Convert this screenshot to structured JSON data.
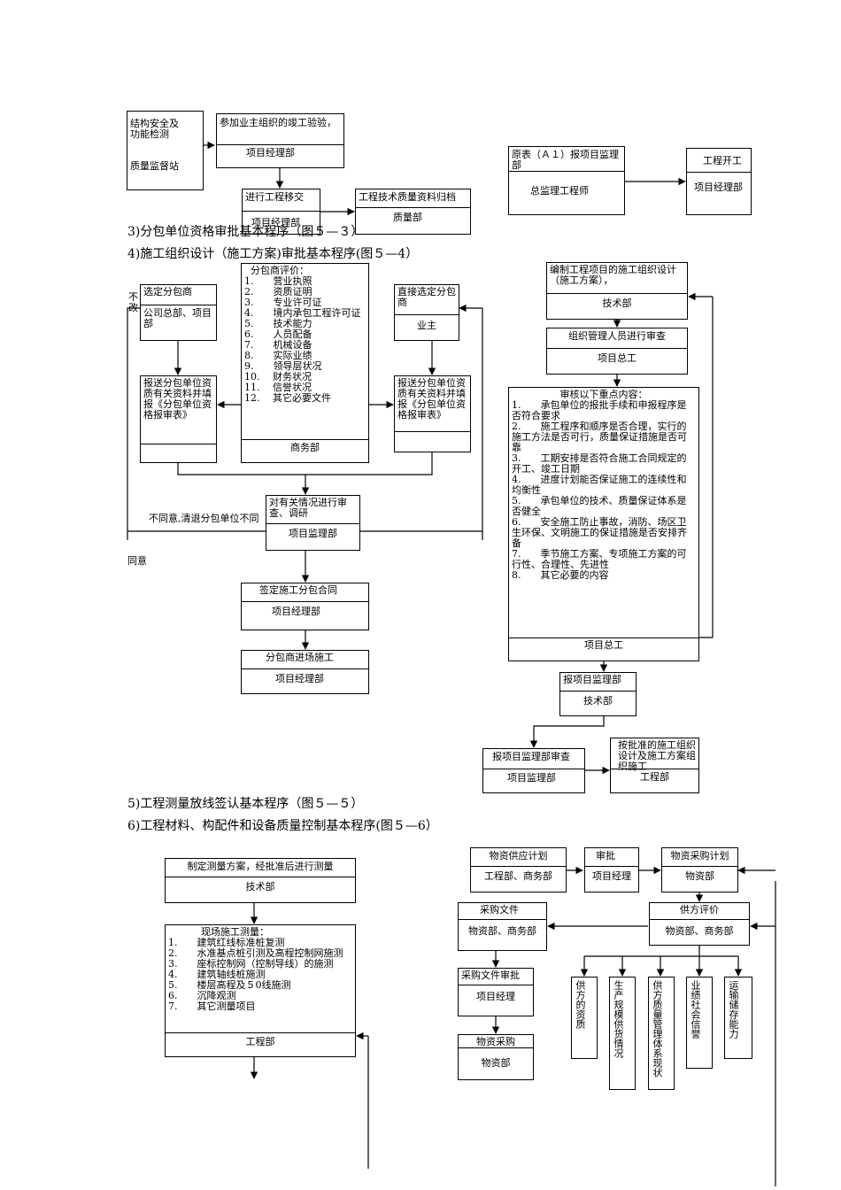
{
  "headings": {
    "h3": "3)分包单位资格审批基本程序（图５—３）",
    "h4": "4)施工组织设计（施工方案)审批基本程序(图５—4）",
    "h5": "5)工程测量放线签认基本程序（图５—５）",
    "h6": "6)工程材料、构配件和设备质量控制基本程序(图５—6）"
  },
  "top": {
    "struct_top": "结构安全及\n功能检测",
    "struct_bottom": "质量监督站",
    "accept_top": "参加业主组织的竣工验验，",
    "accept_bottom": "项目经理部",
    "handover_top": "进行工程移交",
    "handover_bottom": "项目经理部",
    "archive_top": "工程技术质量资料归档",
    "archive_bottom": "质量部",
    "a1_top": "原表（Ａ１）报项目监理部",
    "a1_bottom": "总监理工程师",
    "start_top": "工程开工",
    "start_bottom": "项目经理部"
  },
  "fig3": {
    "select_top": "选定分包商",
    "select_bottom": "公司总部、项目部",
    "eval_title": "分包商评价：",
    "eval_items": "1.　　营业执照\n2.　　资质证明\n3.　　专业许可证\n4.　　境内承包工程许可证\n5.　　技术能力\n6.　　人员配备\n7.　　机械设备\n8.　　实际业绩\n9.　　领导层状况\n10.　 财务状况\n11.　 信誉状况\n12.　 其它必要文件",
    "eval_bottom": "商务部",
    "direct_top": "直接选定分包商",
    "direct_bottom": "业主",
    "submit_left": "报送分包单位资质有关资料并填报《分包单位资格报审表》",
    "submit_right": "报送分包单位资质有关资料并填报《分包单位资格报审表》",
    "review_top": "对有关情况进行审查、调研",
    "review_bottom": "项目监理部",
    "reject_label": "不同意,清退分包单位不同",
    "left_vert": "不\n改",
    "agree_label": "同意",
    "contract_top": "签定施工分包合同",
    "contract_bottom": "项目经理部",
    "enter_top": "分包商进场施工",
    "enter_bottom": "项目经理部"
  },
  "fig4": {
    "compile_top": "编制工程项目的施工组织设计（施工方案），",
    "compile_bottom": "技术部",
    "organize_top": "组织管理人员进行审查",
    "organize_bottom": "项目总工",
    "keypoints_title": "审核以下重点内容：",
    "keypoints": "1.　　承包单位的报批手续和申报程序是否符合要求\n2.　　施工程序和顺序是否合理，实行的施工方法是否可行，质量保证措施是否可靠\n3.　　工期安排是否符合施工合同规定的开工、竣工日期\n4.　　进度计划能否保证施工的连续性和均衡性\n5.　　承包单位的技术、质量保证体系是否健全\n6.　　安全施工防止事故，消防、场区卫生环保、文明施工的保证措施是否安排齐备\n7.　　季节施工方案、专项施工方案的可行性、合理性、先进性\n8.　　其它必要的内容",
    "keypoints_bottom": "项目总工",
    "report_top": "报项目监理部",
    "report_bottom": "技术部",
    "supervise_top": "报项目监理部审查",
    "supervise_bottom": "项目监理部",
    "approved_top": "按批准的施工组织设计及施工方案组织施工",
    "approved_bottom": "工程部"
  },
  "fig5": {
    "plan_top": "制定测量方案，经批准后进行测量",
    "plan_bottom": "技术部",
    "site_title": "现场施工测量：",
    "site_items": "1.　　建筑红线标准桩复测\n2.　　水准基点桩引测及高程控制网施测\n3.　　座标控制网（控制导线）的施测\n4.　　建筑轴线桩施测\n5.　　楼层高程及５0线施测\n6.　　沉降观测\n7.　　其它测量项目",
    "site_bottom": "工程部"
  },
  "fig6": {
    "supply_top": "物资供应计划",
    "supply_bottom": "工程部、商务部",
    "approve_top": "审批",
    "approve_bottom": "项目经理",
    "purchase_plan_top": "物资采购计划",
    "purchase_plan_bottom": "物资部",
    "docs_top": "采购文件",
    "docs_bottom": "物资部、商务部",
    "evaluate_top": "供方评价",
    "evaluate_bottom": "物资部、商务部",
    "docs_review_top": "采购文件审批",
    "docs_review_bottom": "项目经理",
    "buy_top": "物资采购",
    "buy_bottom": "物资部",
    "criteria": [
      "供方的资质",
      "生产规模供货情况",
      "供方质量管理体系现状",
      "业绩社会信誉",
      "运输储存能力"
    ]
  }
}
